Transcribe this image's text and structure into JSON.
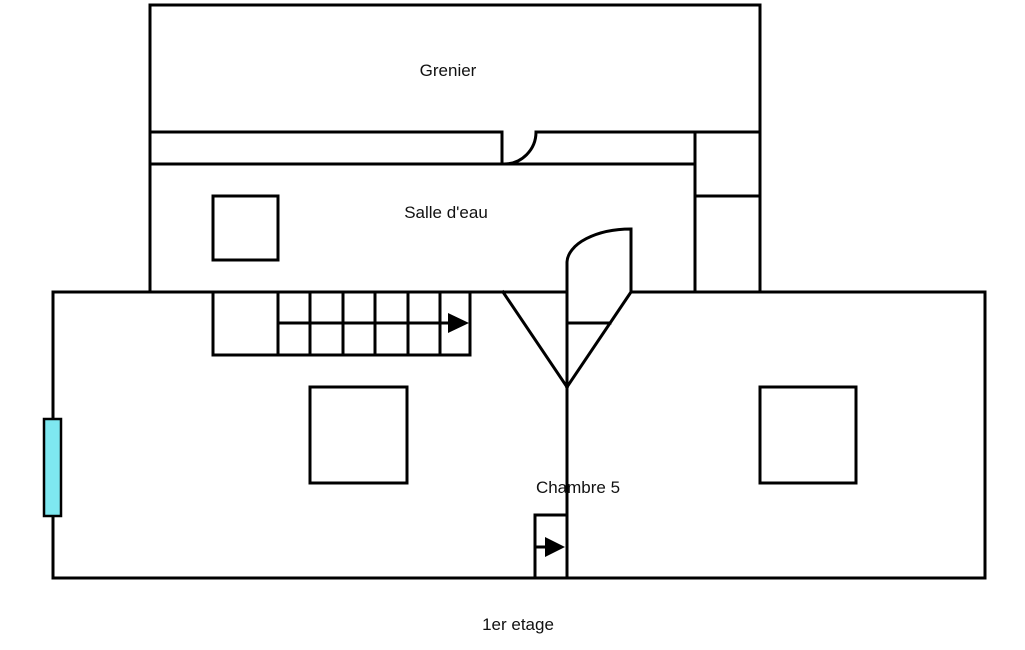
{
  "rooms": {
    "grenier": "Grenier",
    "salle_deau": "Salle d'eau",
    "chambre": "Chambre 5"
  },
  "floor_label": "1er etage",
  "colors": {
    "window": "#7ee8f0",
    "wall": "#000000"
  }
}
